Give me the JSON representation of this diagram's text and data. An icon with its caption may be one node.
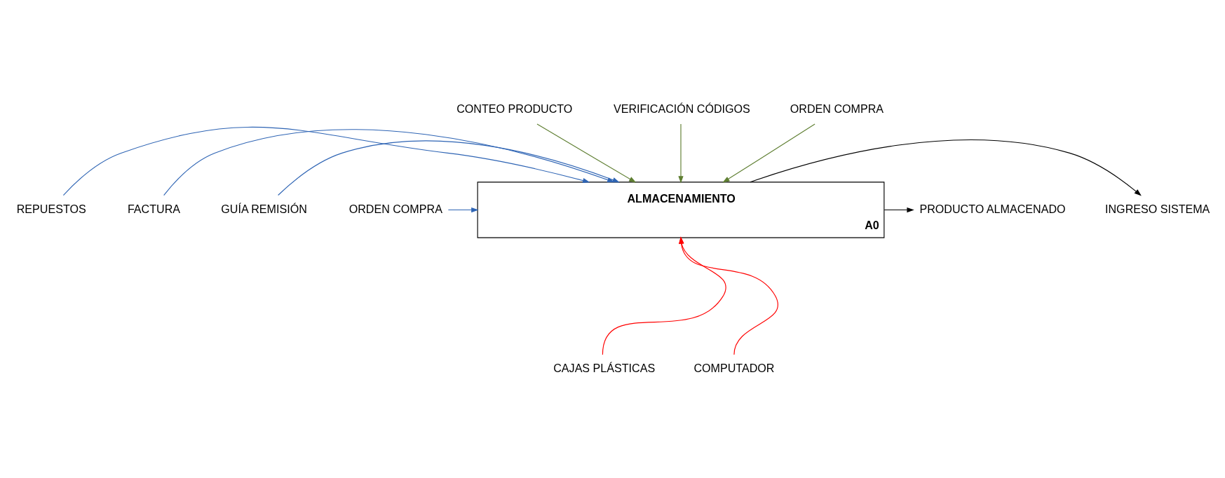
{
  "diagram": {
    "nodes": [
      {
        "text": [
          "ALMACENAMIENTO",
          "A0"
        ]
      },
      {
        "text": [
          "REPUESTOS"
        ]
      },
      {
        "text": [
          "FACTURA"
        ]
      },
      {
        "text": [
          "GUÍA REMISIÓN"
        ]
      },
      {
        "text": [
          "ORDEN COMPRA"
        ]
      },
      {
        "text": [
          "CONTEO PRODUCTO"
        ]
      },
      {
        "text": [
          "VERIFICACIÓN CÓDIGOS"
        ]
      },
      {
        "text": [
          "ORDEN COMPRA"
        ]
      },
      {
        "text": [
          "CAJAS PLÁSTICAS"
        ]
      },
      {
        "text": [
          "COMPUTADOR"
        ]
      },
      {
        "text": [
          "INGRESO SISTEMA"
        ]
      },
      {
        "text": [
          "PRODUCTO ALMACENADO"
        ]
      }
    ],
    "edges": [
      {
        "from": 1,
        "to": 0,
        "arrow": "to",
        "color": "#2e64b4"
      },
      {
        "from": 2,
        "to": 0,
        "arrow": "to",
        "color": "#2e64b4"
      },
      {
        "from": 3,
        "to": 0,
        "arrow": "to",
        "color": "#2e64b4"
      },
      {
        "from": 4,
        "to": 0,
        "arrow": "to",
        "color": "#2e64b4"
      },
      {
        "from": 5,
        "to": 0,
        "arrow": "to",
        "color": "#5f7f32"
      },
      {
        "from": 6,
        "to": 0,
        "arrow": "to",
        "color": "#5f7f32"
      },
      {
        "from": 7,
        "to": 0,
        "arrow": "to",
        "color": "#5f7f32"
      },
      {
        "from": 8,
        "to": 0,
        "arrow": "to",
        "color": "#ff0000"
      },
      {
        "from": 9,
        "to": 0,
        "arrow": "to",
        "color": "#ff0000"
      },
      {
        "from": 0,
        "to": 10,
        "arrow": "to",
        "color": "#000000"
      },
      {
        "from": 0,
        "to": 11,
        "arrow": "to",
        "color": "#000000"
      }
    ]
  }
}
